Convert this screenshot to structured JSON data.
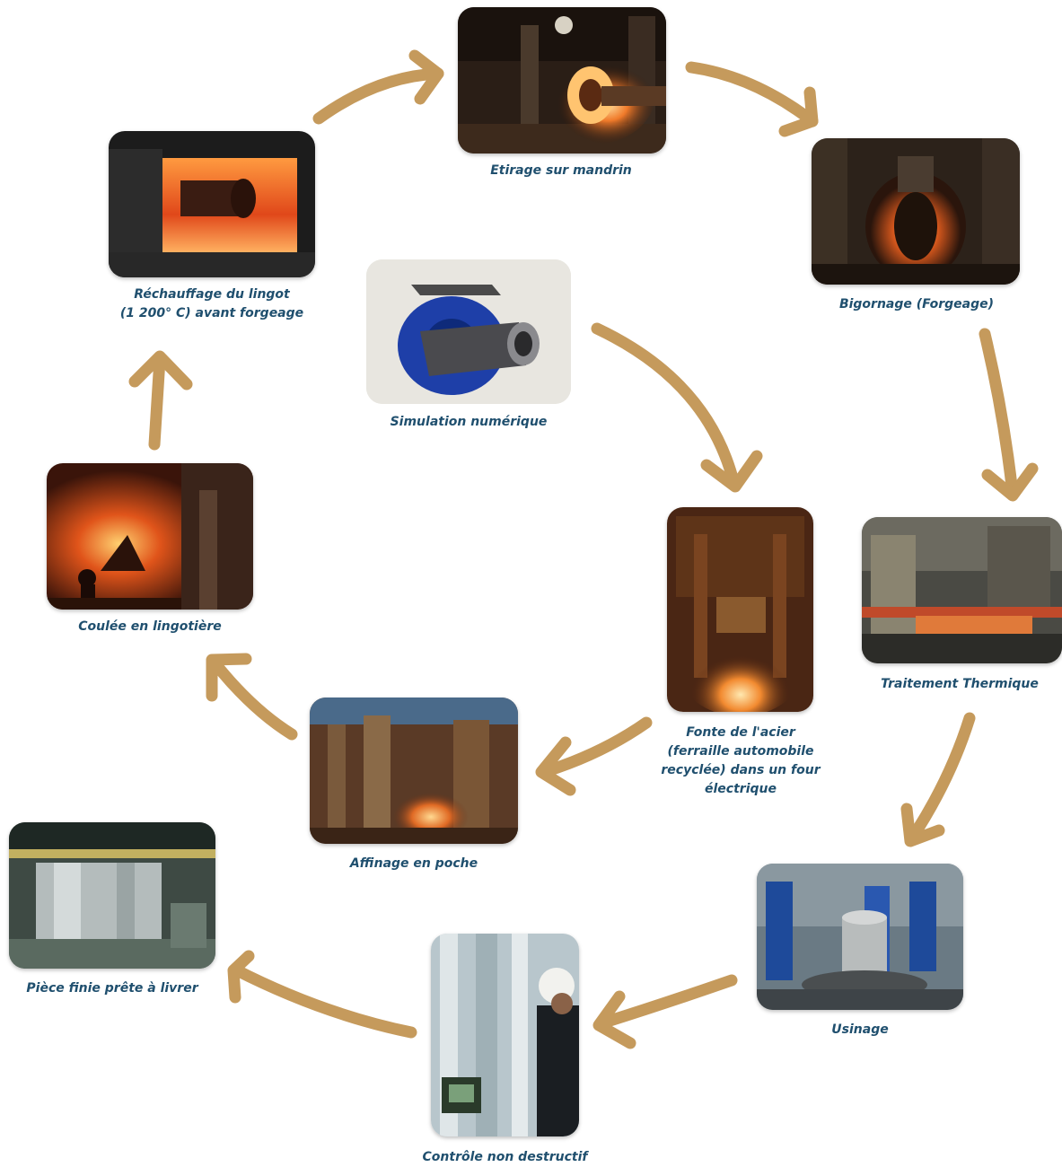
{
  "colors": {
    "arrow": "#c59a5c",
    "caption": "#1f4f6e"
  },
  "steps": {
    "etirage": {
      "label": "Etirage sur mandrin",
      "image": "forging-press-photo"
    },
    "bigornage": {
      "label": "Bigornage (Forgeage)",
      "image": "hot-ring-forging-photo"
    },
    "traitement": {
      "label": "Traitement Thermique",
      "image": "heat-treatment-photo"
    },
    "usinage": {
      "label": "Usinage",
      "image": "machining-photo"
    },
    "controle": {
      "label": "Contrôle non destructif",
      "image": "ultrasonic-inspection-photo"
    },
    "piece": {
      "label": "Pièce finie prête à livrer",
      "image": "finished-part-photo"
    },
    "affinage": {
      "label": "Affinage en poche",
      "image": "ladle-refining-photo"
    },
    "fonte": {
      "label_lines": [
        "Fonte de l'acier",
        "(ferraille automobile",
        "recyclée) dans un four",
        "électrique"
      ],
      "image": "electric-arc-furnace-photo"
    },
    "coulee": {
      "label": "Coulée en lingotière",
      "image": "ingot-casting-photo"
    },
    "rechauffage": {
      "label_lines": [
        "Réchauffage du lingot",
        "(1 200° C) avant forgeage"
      ],
      "image": "reheating-furnace-photo"
    },
    "simulation": {
      "label": "Simulation numérique",
      "image": "numerical-simulation-3d-model"
    }
  }
}
